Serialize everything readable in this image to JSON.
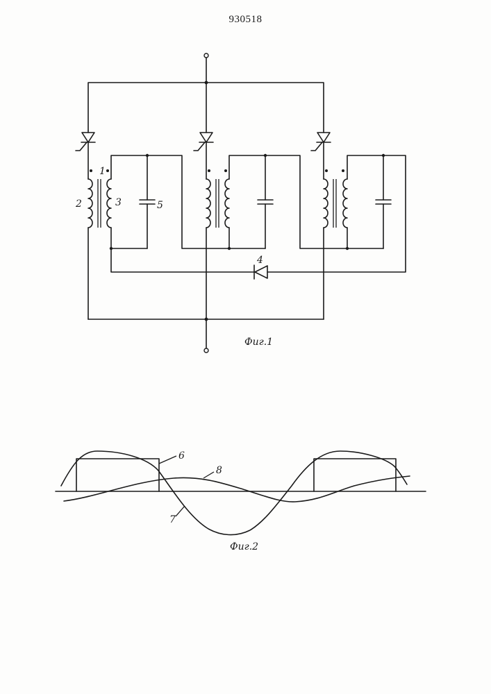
{
  "patent_number": "930518",
  "fig1": {
    "caption": "Фиг.1",
    "labels": {
      "core": "1",
      "primary_winding": "2",
      "secondary_winding": "3",
      "diode": "4",
      "capacitor": "5"
    }
  },
  "fig2": {
    "caption": "Фиг.2",
    "labels": {
      "pulse_curve": "6",
      "voltage_curve": "7",
      "current_curve": "8"
    }
  }
}
